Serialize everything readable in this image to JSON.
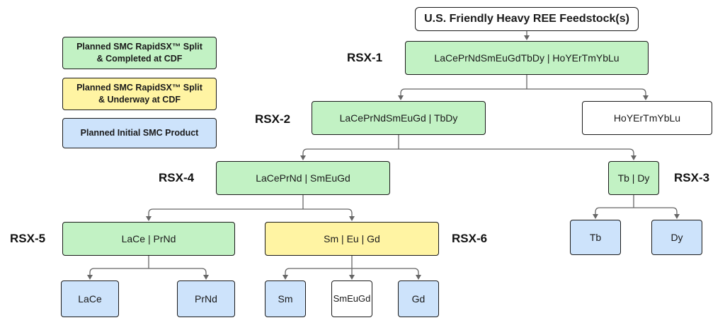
{
  "colors": {
    "completed": "#c2f2c4",
    "underway": "#fff4a3",
    "product": "#cde3fb",
    "other": "#ffffff",
    "line": "#666666"
  },
  "legend": {
    "completed": "Planned SMC RapidSX™ Split\n& Completed at CDF",
    "underway": "Planned SMC RapidSX™ Split\n& Underway at CDF",
    "product": "Planned Initial SMC Product"
  },
  "root": {
    "label": "U.S. Friendly Heavy REE Feedstock(s)"
  },
  "stages": {
    "rsx1": "RSX-1",
    "rsx2": "RSX-2",
    "rsx3": "RSX-3",
    "rsx4": "RSX-4",
    "rsx5": "RSX-5",
    "rsx6": "RSX-6"
  },
  "nodes": {
    "rsx1_split": {
      "label": "LaCePrNdSmEuGdTbDy | HoYErTmYbLu",
      "status": "completed"
    },
    "rsx2_split": {
      "label": "LaCePrNdSmEuGd | TbDy",
      "status": "completed"
    },
    "hoyertmyblu": {
      "label": "HoYErTmYbLu",
      "status": "other"
    },
    "rsx4_split": {
      "label": "LaCePrNd | SmEuGd",
      "status": "completed"
    },
    "rsx3_split": {
      "label": "Tb | Dy",
      "status": "completed"
    },
    "rsx5_split": {
      "label": "LaCe | PrNd",
      "status": "completed"
    },
    "rsx6_split": {
      "label": "Sm | Eu | Gd",
      "status": "underway"
    },
    "tb": {
      "label": "Tb",
      "status": "product"
    },
    "dy": {
      "label": "Dy",
      "status": "product"
    },
    "lace": {
      "label": "LaCe",
      "status": "product"
    },
    "prnd": {
      "label": "PrNd",
      "status": "product"
    },
    "sm": {
      "label": "Sm",
      "status": "product"
    },
    "smeugd": {
      "label": "SmEuGd",
      "status": "other"
    },
    "gd": {
      "label": "Gd",
      "status": "product"
    }
  }
}
